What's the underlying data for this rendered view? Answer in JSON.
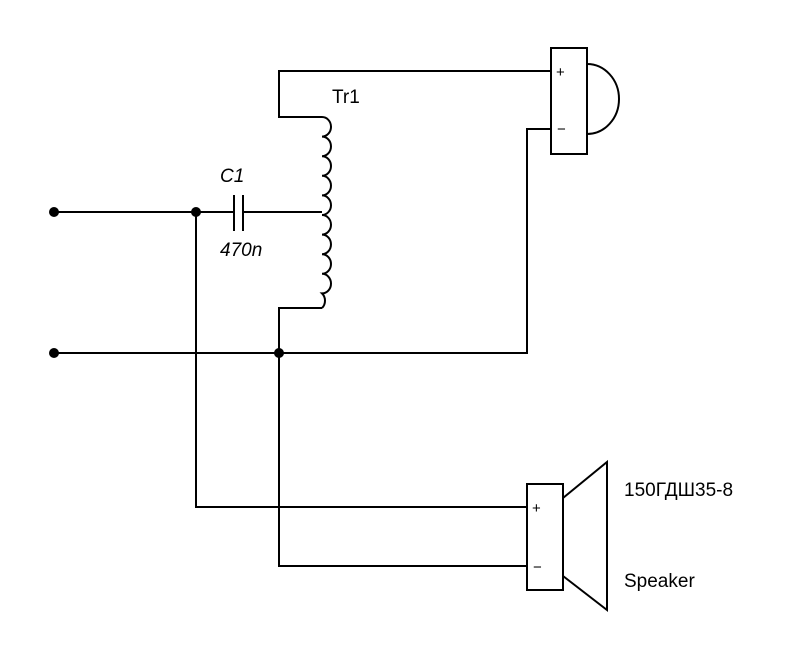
{
  "capacitor": {
    "ref": "C1",
    "value": "470n"
  },
  "transformer": {
    "ref": "Tr1"
  },
  "tweeter": {
    "plus": "+",
    "minus": "−"
  },
  "speaker": {
    "model": "150ГДШ35-8",
    "label": "Speaker",
    "plus": "+",
    "minus": "−"
  },
  "colors": {
    "line": "#000000",
    "background": "#ffffff"
  }
}
